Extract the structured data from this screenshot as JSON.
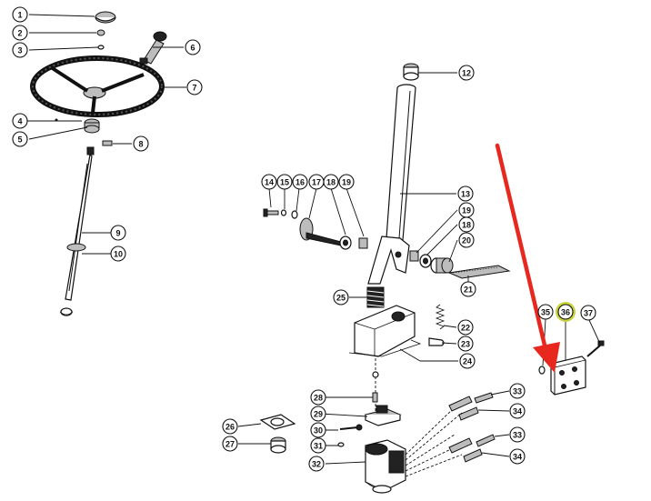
{
  "diagram": {
    "callouts": [
      {
        "id": "c1",
        "label": "1"
      },
      {
        "id": "c2",
        "label": "2"
      },
      {
        "id": "c3",
        "label": "3"
      },
      {
        "id": "c4",
        "label": "4"
      },
      {
        "id": "c5",
        "label": "5"
      },
      {
        "id": "c6",
        "label": "6"
      },
      {
        "id": "c7",
        "label": "7"
      },
      {
        "id": "c8",
        "label": "8"
      },
      {
        "id": "c9",
        "label": "9"
      },
      {
        "id": "c10",
        "label": "10"
      },
      {
        "id": "c12",
        "label": "12"
      },
      {
        "id": "c13",
        "label": "13"
      },
      {
        "id": "c14",
        "label": "14"
      },
      {
        "id": "c15",
        "label": "15"
      },
      {
        "id": "c16",
        "label": "16"
      },
      {
        "id": "c17",
        "label": "17"
      },
      {
        "id": "c18a",
        "label": "18"
      },
      {
        "id": "c19a",
        "label": "19"
      },
      {
        "id": "c19b",
        "label": "19"
      },
      {
        "id": "c18b",
        "label": "18"
      },
      {
        "id": "c20",
        "label": "20"
      },
      {
        "id": "c21",
        "label": "21"
      },
      {
        "id": "c22",
        "label": "22"
      },
      {
        "id": "c23",
        "label": "23"
      },
      {
        "id": "c24",
        "label": "24"
      },
      {
        "id": "c25",
        "label": "25"
      },
      {
        "id": "c26",
        "label": "26"
      },
      {
        "id": "c27",
        "label": "27"
      },
      {
        "id": "c28",
        "label": "28"
      },
      {
        "id": "c29",
        "label": "29"
      },
      {
        "id": "c30",
        "label": "30"
      },
      {
        "id": "c31",
        "label": "31"
      },
      {
        "id": "c32",
        "label": "32"
      },
      {
        "id": "c33a",
        "label": "33"
      },
      {
        "id": "c34a",
        "label": "34"
      },
      {
        "id": "c33b",
        "label": "33"
      },
      {
        "id": "c34b",
        "label": "34"
      },
      {
        "id": "c35",
        "label": "35"
      },
      {
        "id": "c36",
        "label": "36"
      },
      {
        "id": "c37",
        "label": "37"
      }
    ],
    "highlight_callout": "36",
    "highlight_color": "#c8d23c",
    "arrow_color": "#e8281e"
  }
}
